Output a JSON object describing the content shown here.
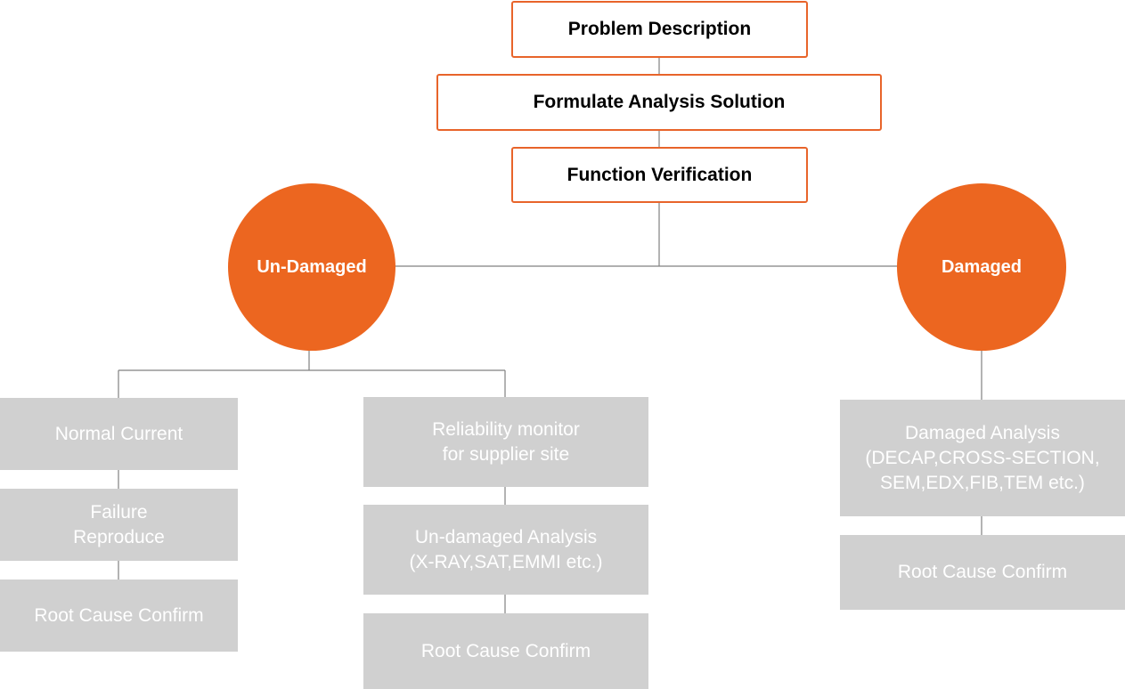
{
  "colors": {
    "accent": "#ec6620",
    "box_border": "#e8642a",
    "grey_box": "#d0d0d0",
    "connector": "#808080"
  },
  "steps": {
    "problem_description": "Problem Description",
    "formulate_analysis_solution": "Formulate Analysis Solution",
    "function_verification": "Function Verification"
  },
  "branches": {
    "undamaged": {
      "label": "Un-Damaged",
      "left_column": [
        "Normal Current",
        "Failure\nReproduce",
        "Root Cause Confirm"
      ],
      "right_column": [
        "Reliability monitor\nfor supplier site",
        "Un-damaged Analysis\n(X-RAY,SAT,EMMI etc.)",
        "Root Cause Confirm"
      ]
    },
    "damaged": {
      "label": "Damaged",
      "column": [
        "Damaged Analysis\n(DECAP,CROSS-SECTION,\nSEM,EDX,FIB,TEM etc.)",
        "Root Cause Confirm"
      ]
    }
  }
}
